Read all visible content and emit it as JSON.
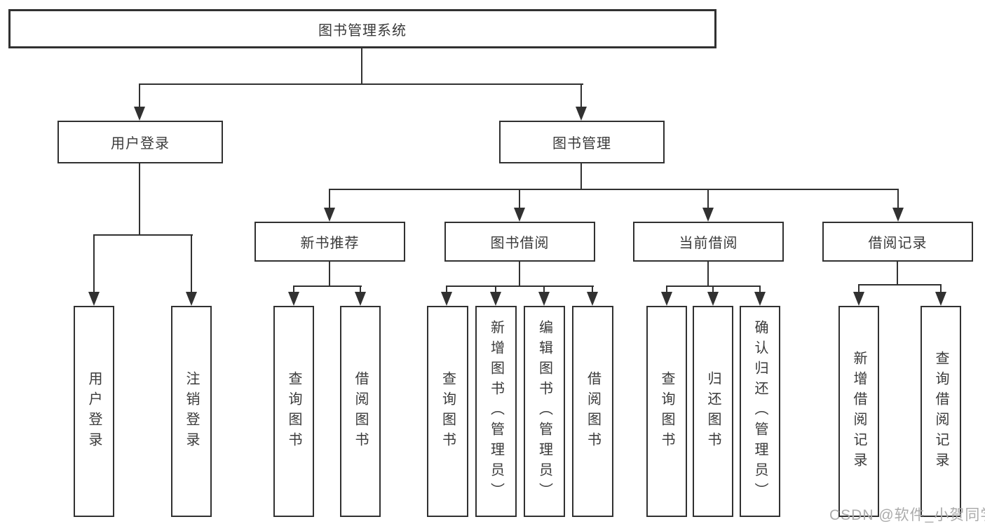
{
  "diagram": {
    "title": "图书管理系统",
    "branches": {
      "user_login": {
        "label": "用户登录",
        "children": [
          "用户登录",
          "注销登录"
        ]
      },
      "book_management": {
        "label": "图书管理",
        "children": [
          {
            "label": "新书推荐",
            "children": [
              "查询图书",
              "借阅图书"
            ]
          },
          {
            "label": "图书借阅",
            "children": [
              "查询图书",
              "新增图书（管理员）",
              "编辑图书（管理员）",
              "借阅图书"
            ]
          },
          {
            "label": "当前借阅",
            "children": [
              "查询图书",
              "归还图书",
              "确认归还（管理员）"
            ]
          },
          {
            "label": "借阅记录",
            "children": [
              "新增借阅记录",
              "查询借阅记录"
            ]
          }
        ]
      }
    }
  },
  "watermark": {
    "text": "CSDN @软件_小贺同学"
  },
  "colors": {
    "line": "#313131",
    "text": "#3a3a3a",
    "watermark": "#ababab",
    "background": "#ffffff"
  }
}
